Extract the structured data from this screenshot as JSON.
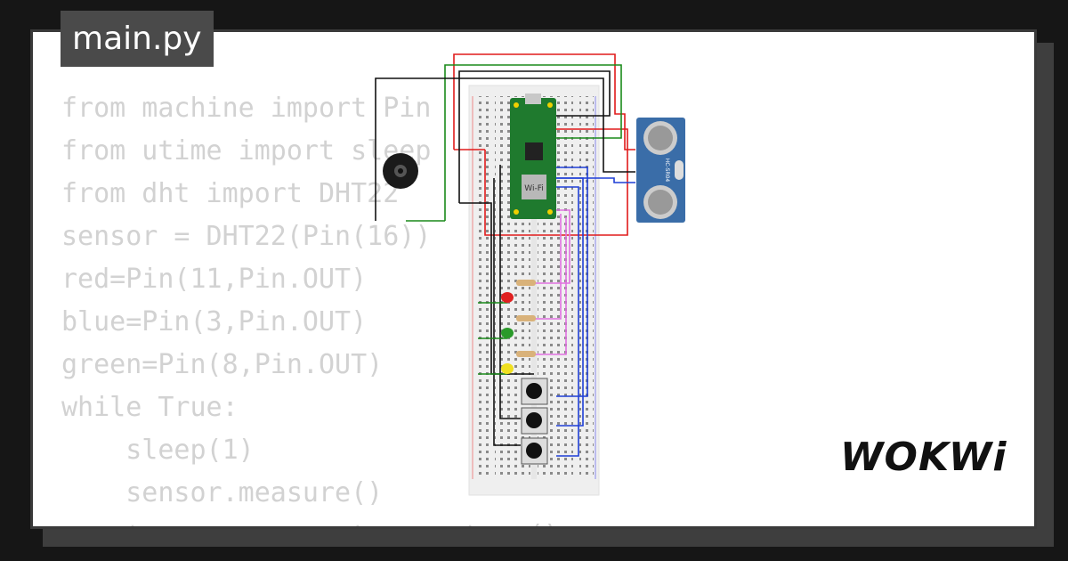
{
  "file_tab": "main.py",
  "code_lines": [
    "from machine import Pin",
    "from utime import sleep",
    "from dht import DHT22",
    "sensor = DHT22(Pin(16))",
    "red=Pin(11,Pin.OUT)",
    "blue=Pin(3,Pin.OUT)",
    "green=Pin(8,Pin.OUT)",
    "while True:",
    "    sleep(1)",
    "    sensor.measure()",
    "    temp = sensor.temperature()"
  ],
  "board_label": "Wi-Fi",
  "sensor_label": "HC-SR04",
  "logo": "WOKWi",
  "colors": {
    "background": "#161616",
    "card": "#ffffff",
    "code": "#d2d2d2",
    "tab": "#4a4a4a",
    "wire_red": "#e01b1b",
    "wire_green": "#1a8a1a",
    "wire_black": "#111111",
    "wire_blue": "#1f3fd6",
    "wire_pink": "#e070e0"
  }
}
